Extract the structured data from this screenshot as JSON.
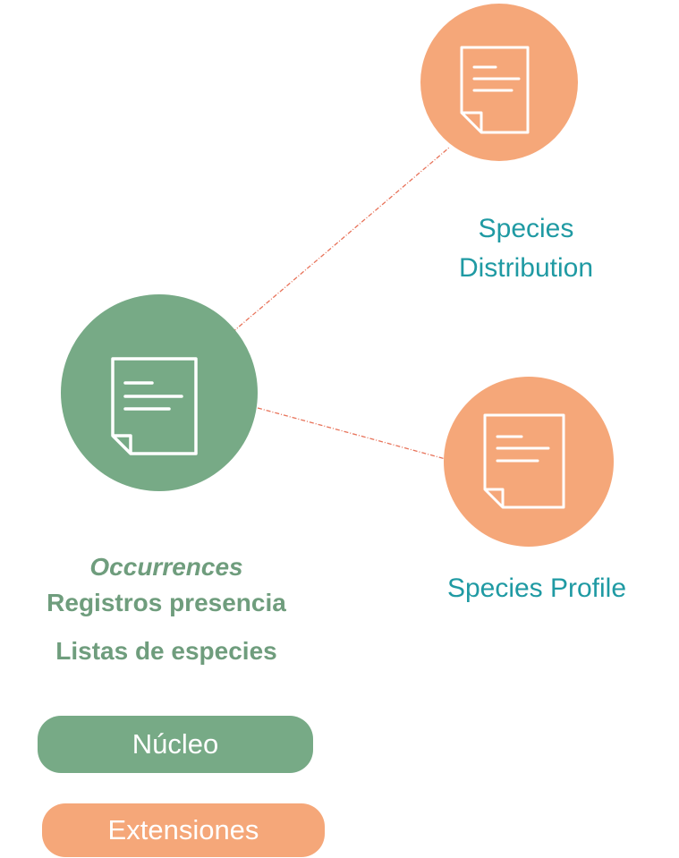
{
  "nodes": {
    "core": {
      "title": "Occurrences",
      "line1": "Registros presencia",
      "line2": "Listas de especies",
      "icon": "document-icon"
    },
    "distribution": {
      "line1": "Species",
      "line2": "Distribution",
      "icon": "document-icon"
    },
    "profile": {
      "label": "Species Profile",
      "icon": "document-icon"
    }
  },
  "legend": {
    "core": "Núcleo",
    "extensions": "Extensiones"
  },
  "colors": {
    "core": "#77aa86",
    "extension": "#f5a779",
    "label_teal": "#1f9aa3",
    "connector": "#e8735a"
  }
}
